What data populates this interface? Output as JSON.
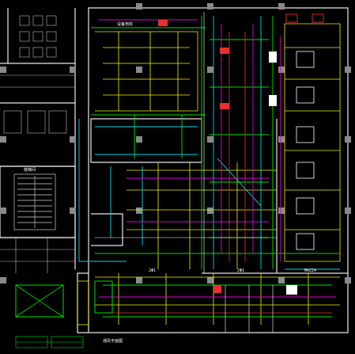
{
  "drawing": {
    "background": "#000000",
    "colors": {
      "wall": "#e8e8e8",
      "column": "#8a8a8a",
      "duct_yellow": "#f2f200",
      "duct_green": "#00e000",
      "duct_cyan": "#00d8e8",
      "duct_magenta": "#e000e0",
      "duct_red": "#e83030",
      "duct_blue": "#3060ff",
      "duct_white": "#ffffff"
    },
    "labels": {
      "room_label_top": "设备用房",
      "room_label_stair": "楼梯间",
      "sheet_note": "通风平面图",
      "dim_label_1": "2Φ1",
      "dim_label_2": "2Φ1",
      "dim_label_3": "MA224"
    }
  }
}
